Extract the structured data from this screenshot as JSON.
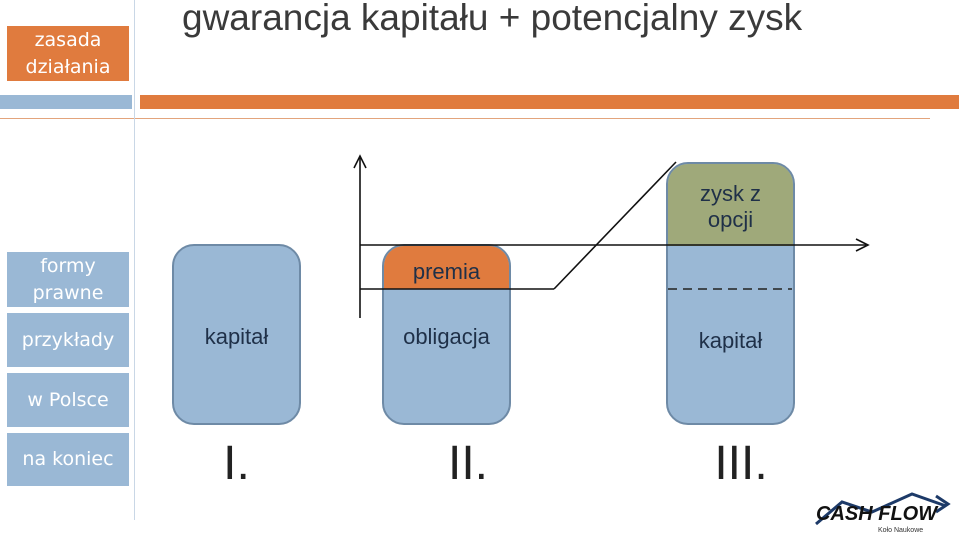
{
  "header": {
    "title": "gwarancja kapitału + potencjalny zysk"
  },
  "nav": {
    "items": [
      {
        "label": "zasada działania",
        "active": true
      },
      {
        "label": "formy prawne",
        "active": false
      },
      {
        "label": "przykłady",
        "active": false
      },
      {
        "label": "w Polsce",
        "active": false
      },
      {
        "label": "na koniec",
        "active": false
      }
    ]
  },
  "diagram": {
    "box1": {
      "label": "kapitał",
      "numeral": "I."
    },
    "box2": {
      "top_label": "premia",
      "bottom_label": "obligacja",
      "numeral": "II."
    },
    "box3": {
      "top_label": "zysk z opcji",
      "bottom_label": "kapitał",
      "numeral": "III."
    }
  },
  "colors": {
    "accent_orange": "#e07b3e",
    "nav_blue": "#9ab8d5",
    "option_green": "#9fa97a"
  },
  "logo": {
    "text": "CASH FLOW",
    "subtext": "Koło Naukowe"
  }
}
